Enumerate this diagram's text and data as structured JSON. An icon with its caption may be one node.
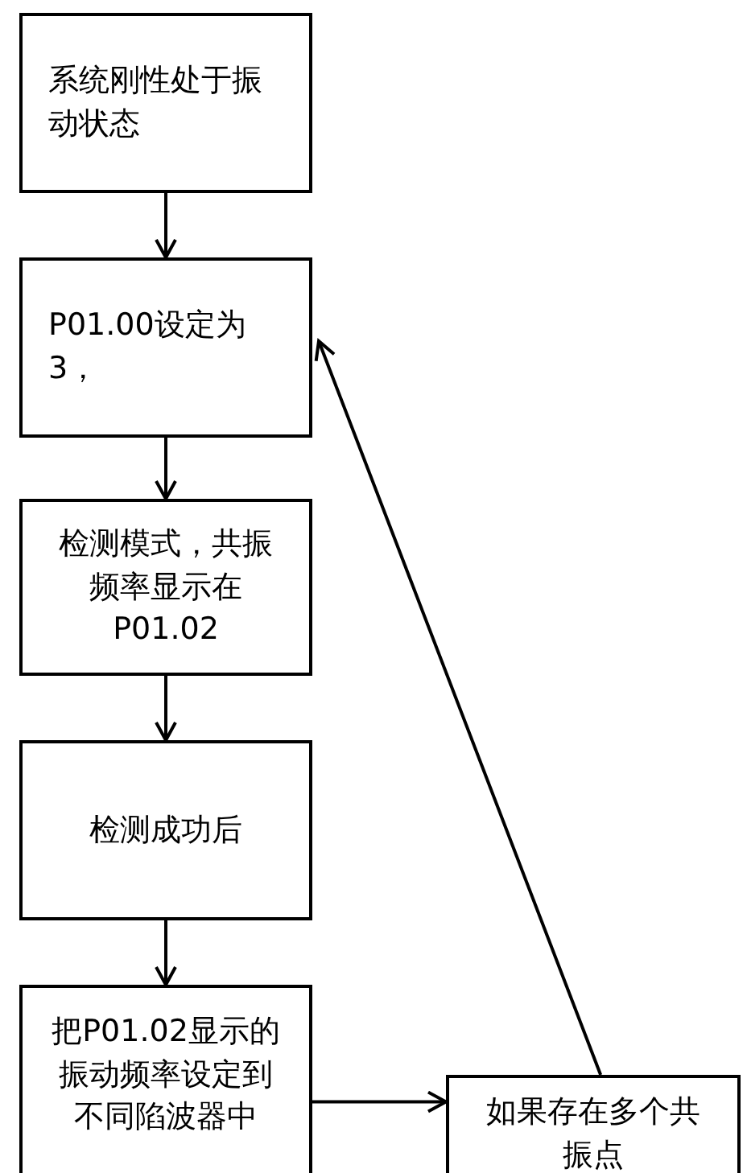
{
  "diagram": {
    "nodes": [
      {
        "text": [
          "系统刚性处于振动状态"
        ]
      },
      {
        "text": [
          "P01.00设定为3，"
        ]
      },
      {
        "text": [
          "检测模式，共振频率显示在P01.02"
        ]
      },
      {
        "text": [
          "检测成功后"
        ]
      },
      {
        "text": [
          "把P01.02显示的振动频率设定到不同陷波器中"
        ]
      },
      {
        "text": [
          "如果存在多个共振点"
        ]
      }
    ],
    "edges": [
      {
        "from": 0,
        "to": 1,
        "arrow": "to"
      },
      {
        "from": 1,
        "to": 2,
        "arrow": "to"
      },
      {
        "from": 2,
        "to": 3,
        "arrow": "to"
      },
      {
        "from": 3,
        "to": 4,
        "arrow": "to"
      },
      {
        "from": 4,
        "to": 5,
        "arrow": "to"
      },
      {
        "from": 5,
        "to": 1,
        "arrow": "to"
      }
    ]
  }
}
